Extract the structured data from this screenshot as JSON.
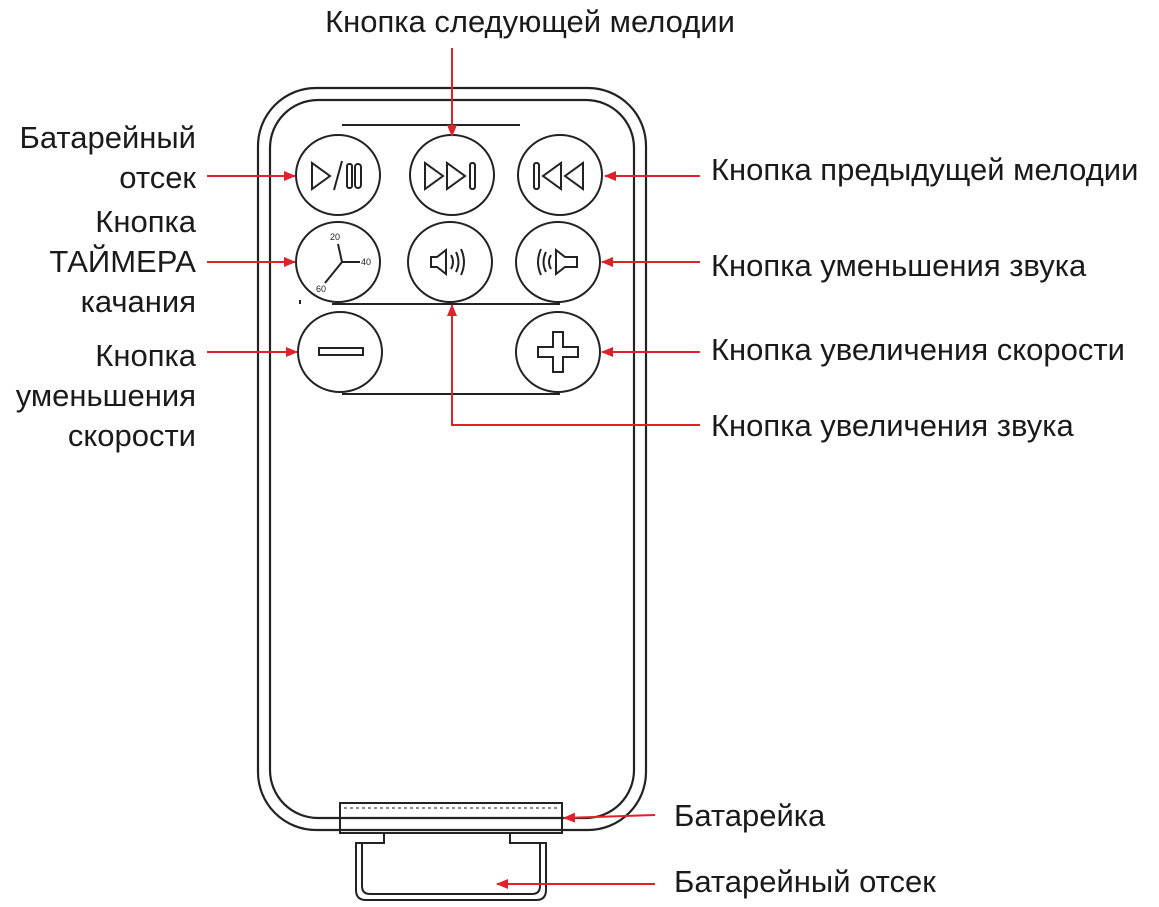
{
  "labels": {
    "next_melody": "Кнопка следующей мелодии",
    "battery_compartment_top": [
      "Батарейный",
      "отсек"
    ],
    "prev_melody": "Кнопка предыдущей мелодии",
    "timer": [
      "Кнопка",
      "ТАЙМЕРА",
      "качания"
    ],
    "volume_down": "Кнопка уменьшения звука",
    "speed_down": [
      "Кнопка",
      "уменьшения",
      "скорости"
    ],
    "speed_up": "Кнопка увеличения скорости",
    "volume_up": "Кнопка увеличения звука",
    "battery": "Батарейка",
    "battery_compartment_bottom": "Батарейный отсек"
  },
  "timer_dial": {
    "marks": [
      "20",
      "40",
      "60"
    ]
  },
  "colors": {
    "arrow": "#e0202a",
    "outline": "#222222",
    "text": "#1a1a1a"
  },
  "icons": {
    "play_pause": "play-pause-icon",
    "next": "next-track-icon",
    "prev": "previous-track-icon",
    "timer": "clock-icon",
    "vol_up": "speaker-up-icon",
    "vol_down": "speaker-down-icon",
    "minus": "minus-icon",
    "plus": "plus-icon"
  }
}
